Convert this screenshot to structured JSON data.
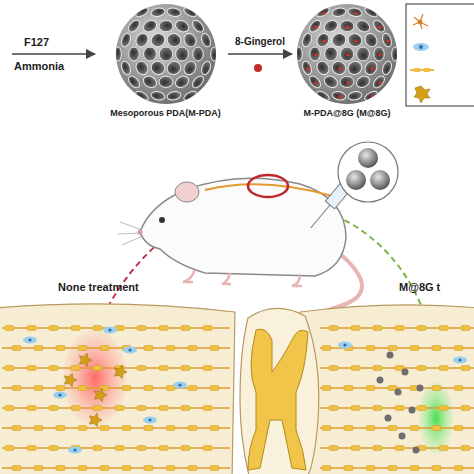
{
  "diagram": {
    "nodes": [
      {
        "text": [
          "Mesoporous PDA(M-PDA)"
        ]
      },
      {
        "text": [
          "M-PDA@8G (M@8G)"
        ]
      }
    ],
    "edges": [
      {
        "from": 0,
        "to": 1,
        "label": "8-Gingerol",
        "arrow": "to"
      }
    ],
    "labels": [
      "F127",
      "Ammonia",
      "None treatment",
      "M@8G t"
    ]
  }
}
